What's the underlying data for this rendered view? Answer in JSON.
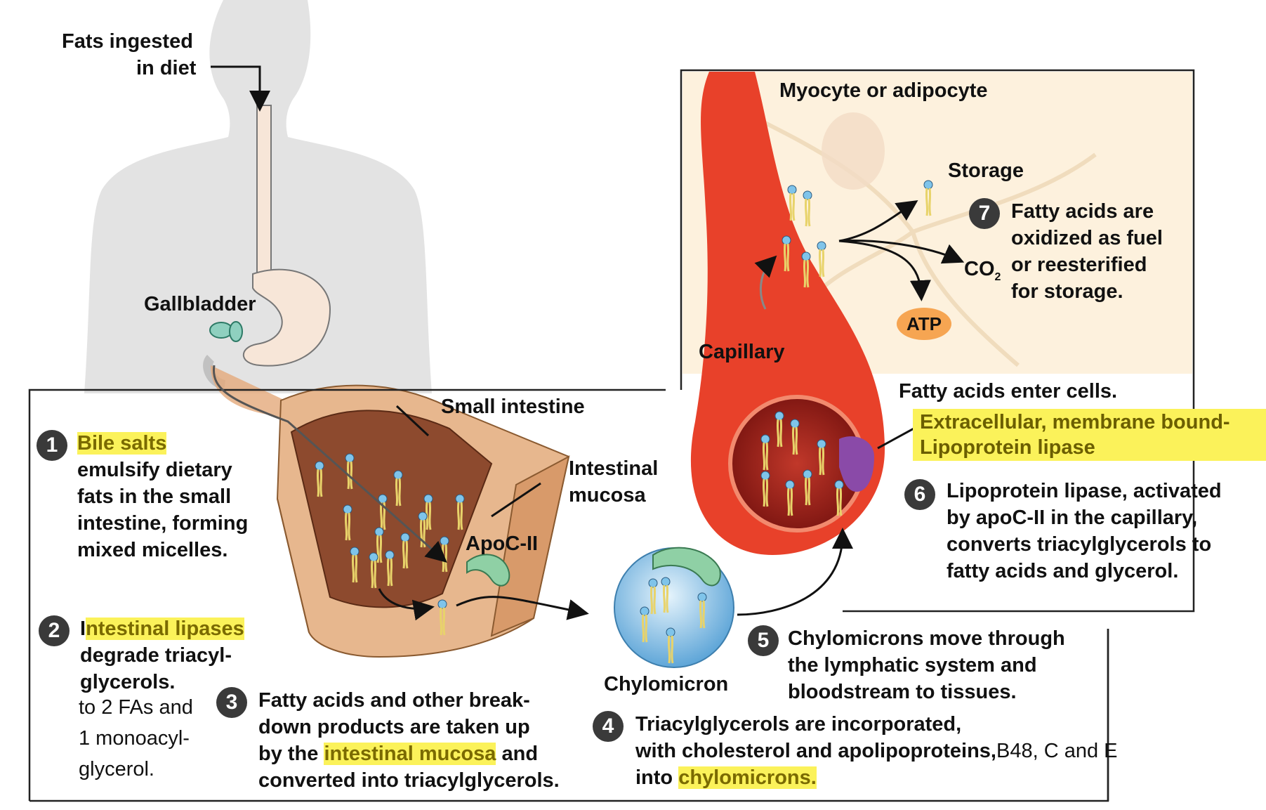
{
  "labels": {
    "fats_ingested_1": "Fats ingested",
    "fats_ingested_2": "in diet",
    "gallbladder": "Gallbladder",
    "small_intestine": "Small intestine",
    "intestinal_mucosa_1": "Intestinal",
    "intestinal_mucosa_2": "mucosa",
    "apoc2": "ApoC-II",
    "chylomicron": "Chylomicron",
    "myocyte": "Myocyte or adipocyte",
    "storage": "Storage",
    "co2": "CO",
    "co2_sub": "2",
    "atp": "ATP",
    "capillary": "Capillary",
    "fatty_acids_enter": "Fatty acids enter cells.",
    "lpl_1": "Extracellular, membrane bound-",
    "lpl_2": "Lipoprotein lipase"
  },
  "steps": {
    "s1": {
      "num": "1",
      "hl": "Bile salts",
      "lines": [
        "emulsify dietary",
        "fats in the small",
        "intestine, forming",
        "mixed micelles."
      ]
    },
    "s2": {
      "num": "2",
      "pre": "I",
      "hl": "ntestinal lipases",
      "lines": [
        "degrade triacyl-",
        "glycerols."
      ],
      "note": [
        "to 2 FAs and",
        "1 monoacyl-",
        "glycerol."
      ]
    },
    "s3": {
      "num": "3",
      "lines": [
        "Fatty acids and other break-",
        "down products are taken up"
      ],
      "l3_pre": "by the ",
      "l3_hl": "intestinal mucosa",
      "l3_post": " and",
      "l4": "converted into triacylglycerols."
    },
    "s4": {
      "num": "4",
      "l1": "Triacylglycerols are incorporated,",
      "l2": "with cholesterol and apolipoproteins,",
      "l2_note": "B48, C and E",
      "l3_pre": "into ",
      "l3_hl": "chylomicrons."
    },
    "s5": {
      "num": "5",
      "lines": [
        "Chylomicrons move through",
        "the lymphatic system and",
        "bloodstream to tissues."
      ]
    },
    "s6": {
      "num": "6",
      "lines": [
        "Lipoprotein lipase, activated",
        "by apoC-II in the capillary,",
        "converts triacylglycerols to",
        "fatty acids and glycerol."
      ]
    },
    "s7": {
      "num": "7",
      "lines": [
        "Fatty acids are",
        "oxidized as fuel",
        "or reesterified",
        "for storage."
      ]
    }
  }
}
